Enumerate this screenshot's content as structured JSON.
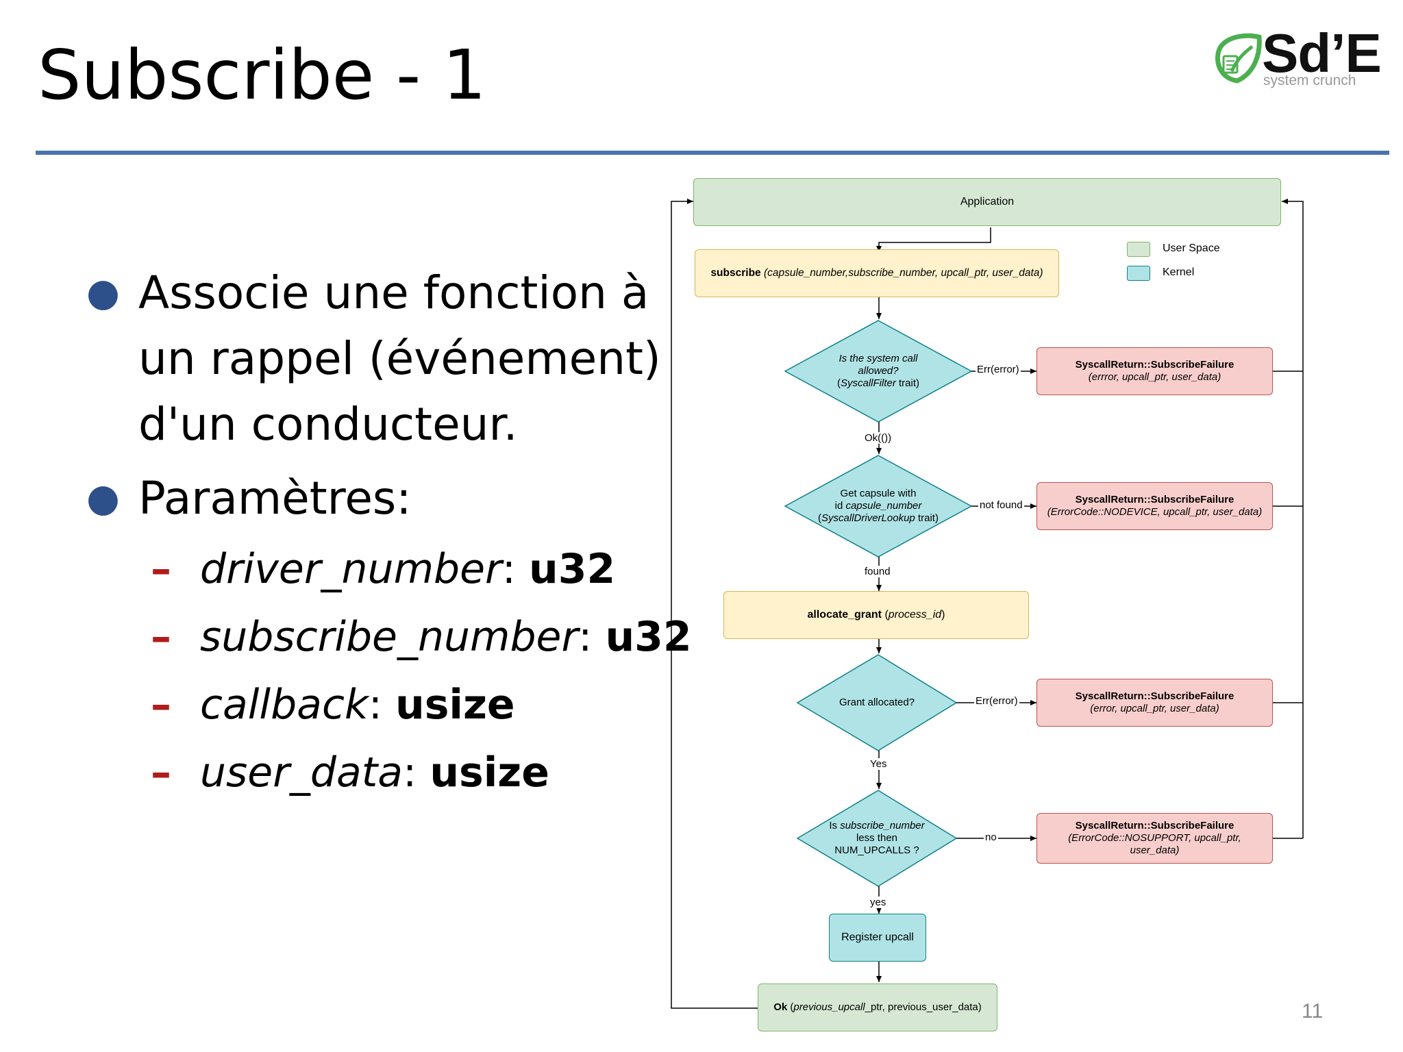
{
  "slide": {
    "title": "Subscribe - 1",
    "page_number": "11"
  },
  "logo": {
    "text": "Sd’E",
    "subtitle": "system crunch",
    "accent_color": "#4caf50"
  },
  "bullets": [
    {
      "text": "Associe une fonction à un rappel (événement) d'un conducteur."
    },
    {
      "text": "Paramètres:"
    }
  ],
  "parameters": [
    {
      "name": "driver_number",
      "type": "u32"
    },
    {
      "name": "subscribe_number",
      "type": "u32"
    },
    {
      "name": "callback",
      "type": "usize"
    },
    {
      "name": "user_data",
      "type": "usize"
    }
  ],
  "colors": {
    "rule": "#4a72b0",
    "bullet_dot": "#2d4f8a",
    "dash": "#b01c1c"
  },
  "diagram": {
    "legend": {
      "user_space": "User Space",
      "kernel": "Kernel"
    },
    "application": "Application",
    "subscribe": {
      "fn": "subscribe",
      "args": "(capsule_number,subscribe_number, upcall_ptr, user_data)"
    },
    "check_allowed": {
      "line1": "Is the system call",
      "line2": "allowed?",
      "paren_open": "(",
      "trait_name": "SyscallFilter",
      "trait_rest": " trait)"
    },
    "fail1": {
      "title": "SyscallReturn::SubscribeFailure",
      "args": "(errror, upcall_ptr, user_data)"
    },
    "get_capsule": {
      "line1": "Get capsule with",
      "line2_plain": "id ",
      "line2_italic": "capsule_number",
      "paren_open": "(",
      "trait_name": "SyscallDriverLookup",
      "trait_rest": " trait)"
    },
    "fail2": {
      "title": "SyscallReturn::SubscribeFailure",
      "args": "(ErrorCode::NODEVICE, upcall_ptr, user_data)"
    },
    "allocate": {
      "fn": "allocate_grant",
      "args_open": " (",
      "arg": "process_id",
      "args_close": ")"
    },
    "grant_allocated": "Grant allocated?",
    "fail3": {
      "title": "SyscallReturn::SubscribeFailure",
      "args": "(error, upcall_ptr, user_data)"
    },
    "check_num": {
      "line1_plain": "Is ",
      "line1_italic": "subscribe_number",
      "line2": "less then",
      "line3": "NUM_UPCALLS ?"
    },
    "fail4": {
      "title": "SyscallReturn::SubscribeFailure",
      "args_line1": "(ErrorCode::NOSUPPORT, upcall_ptr,",
      "args_line2": "user_data)"
    },
    "register": "Register upcall",
    "ok": {
      "fn": "Ok",
      "args_open": " (",
      "arg1": "previous_upcall",
      "args_rest": "_ptr, previous_user_data)"
    },
    "edges": {
      "err1": "Err(error)",
      "ok_unit": "Ok(())",
      "not_found": "not found",
      "found": "found",
      "err3": "Err(error)",
      "yes_upper": "Yes",
      "no": "no",
      "yes_lower": "yes"
    }
  }
}
